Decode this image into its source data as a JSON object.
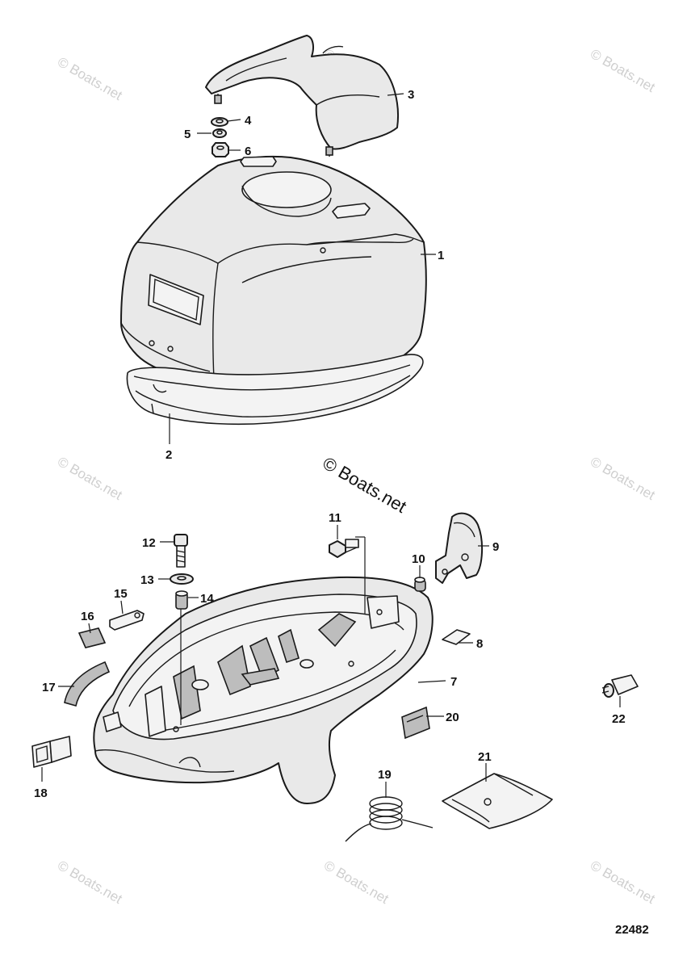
{
  "watermarks": {
    "faint": "© Boats.net",
    "main": "© Boats.net"
  },
  "figure_number": "22482",
  "callouts": {
    "c1": "1",
    "c2": "2",
    "c3": "3",
    "c4": "4",
    "c5": "5",
    "c6": "6",
    "c7": "7",
    "c8": "8",
    "c9": "9",
    "c10": "10",
    "c11": "11",
    "c12": "12",
    "c13": "13",
    "c14": "14",
    "c15": "15",
    "c16": "16",
    "c17": "17",
    "c18": "18",
    "c19": "19",
    "c20": "20",
    "c21": "21",
    "c22": "22"
  }
}
